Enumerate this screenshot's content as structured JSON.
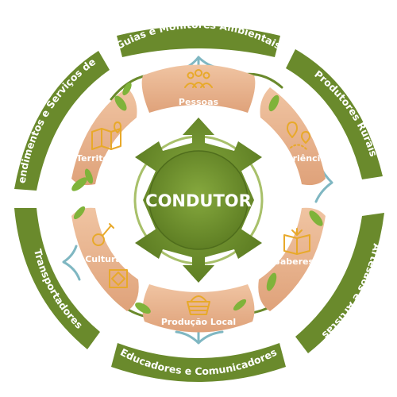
{
  "center": {
    "label": "CONDUTOR"
  },
  "outer_ring": [
    "Guias e Monitores Ambientais",
    "Produtores Rurais",
    "Artesãos e Artistas",
    "Educadores e Comunicadores",
    "Transportadores",
    "Empreendimentos e Serviços de Apoio"
  ],
  "inner_ring": [
    {
      "label": "Pessoas",
      "icon": "people-icon"
    },
    {
      "label": "Experiências",
      "icon": "map-pin-route-icon"
    },
    {
      "label": "Saberes",
      "icon": "open-book-icon"
    },
    {
      "label": "Produção Local",
      "icon": "basket-icon"
    },
    {
      "label": "Cultura",
      "icon": "guitar-icon"
    },
    {
      "label": "Território",
      "icon": "map-icon"
    }
  ],
  "colors": {
    "outer_green": "#6a8a2c",
    "inner_peach": "#e9b48f",
    "center_green": "#6e8f2f",
    "icon_gold": "#e8a92a",
    "leaf_green": "#7fb33a",
    "root_teal": "#7fb7c2"
  }
}
